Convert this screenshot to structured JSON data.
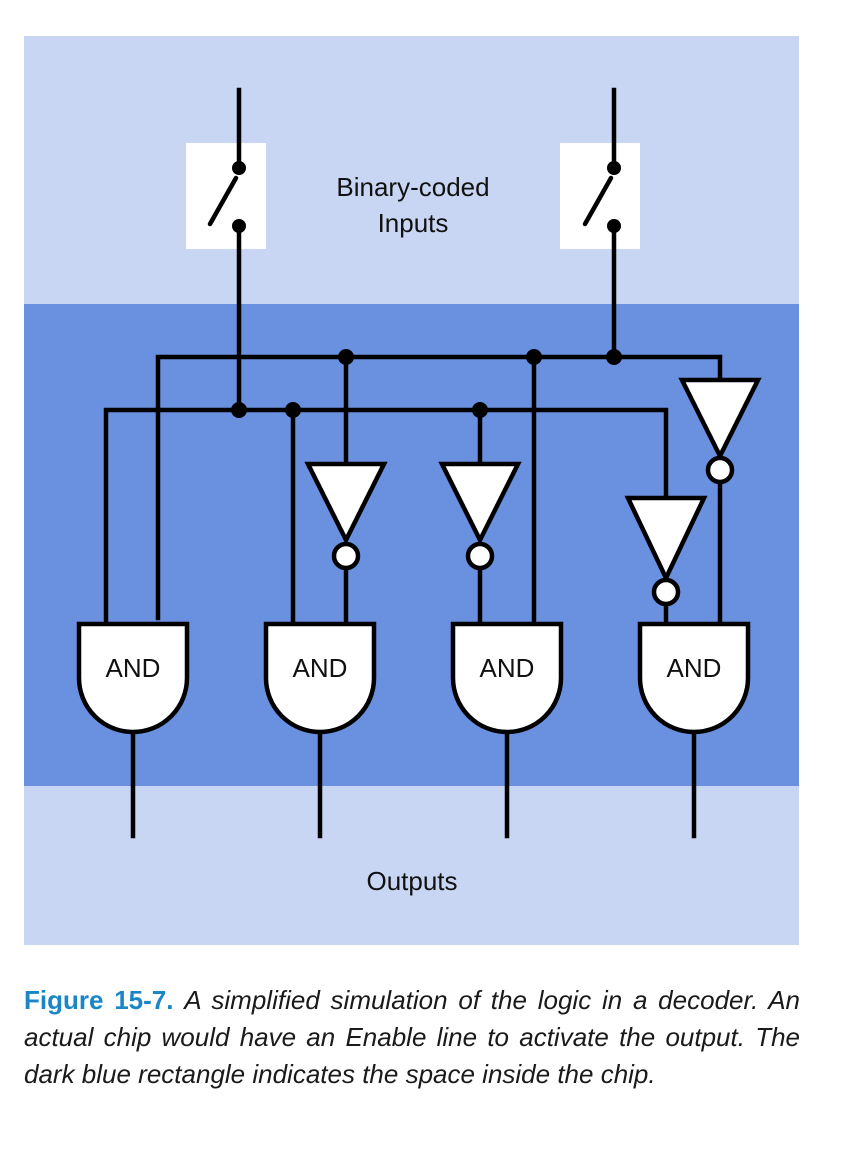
{
  "colors": {
    "outer_band": "#c8d6f4",
    "chip_area": "#6a90e0",
    "wire": "#000000",
    "gate_fill": "#ffffff",
    "caption_lead": "#1a86c7"
  },
  "labels": {
    "inputs_line1": "Binary-coded",
    "inputs_line2": "Inputs",
    "outputs": "Outputs",
    "and_gates": [
      "AND",
      "AND",
      "AND",
      "AND"
    ]
  },
  "caption": {
    "lead": "Figure 15-7.",
    "text": "A simplified simulation of the logic in a decoder. An actual chip would have an Enable line to activate the output. The dark blue rectangle indicates the space inside the chip."
  }
}
